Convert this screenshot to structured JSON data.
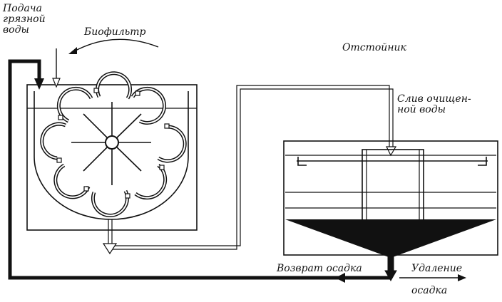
{
  "labels": {
    "feed": "Подача\nгрязной\nводы",
    "biofilter": "Биофильтр",
    "settler": "Отстойник",
    "drain": "Слив очищен-\nной воды",
    "return_sludge": "Возврат осадка",
    "removal_1": "Удаление",
    "removal_2": "осадка"
  },
  "colors": {
    "ink": "#111111",
    "paper": "#ffffff"
  }
}
